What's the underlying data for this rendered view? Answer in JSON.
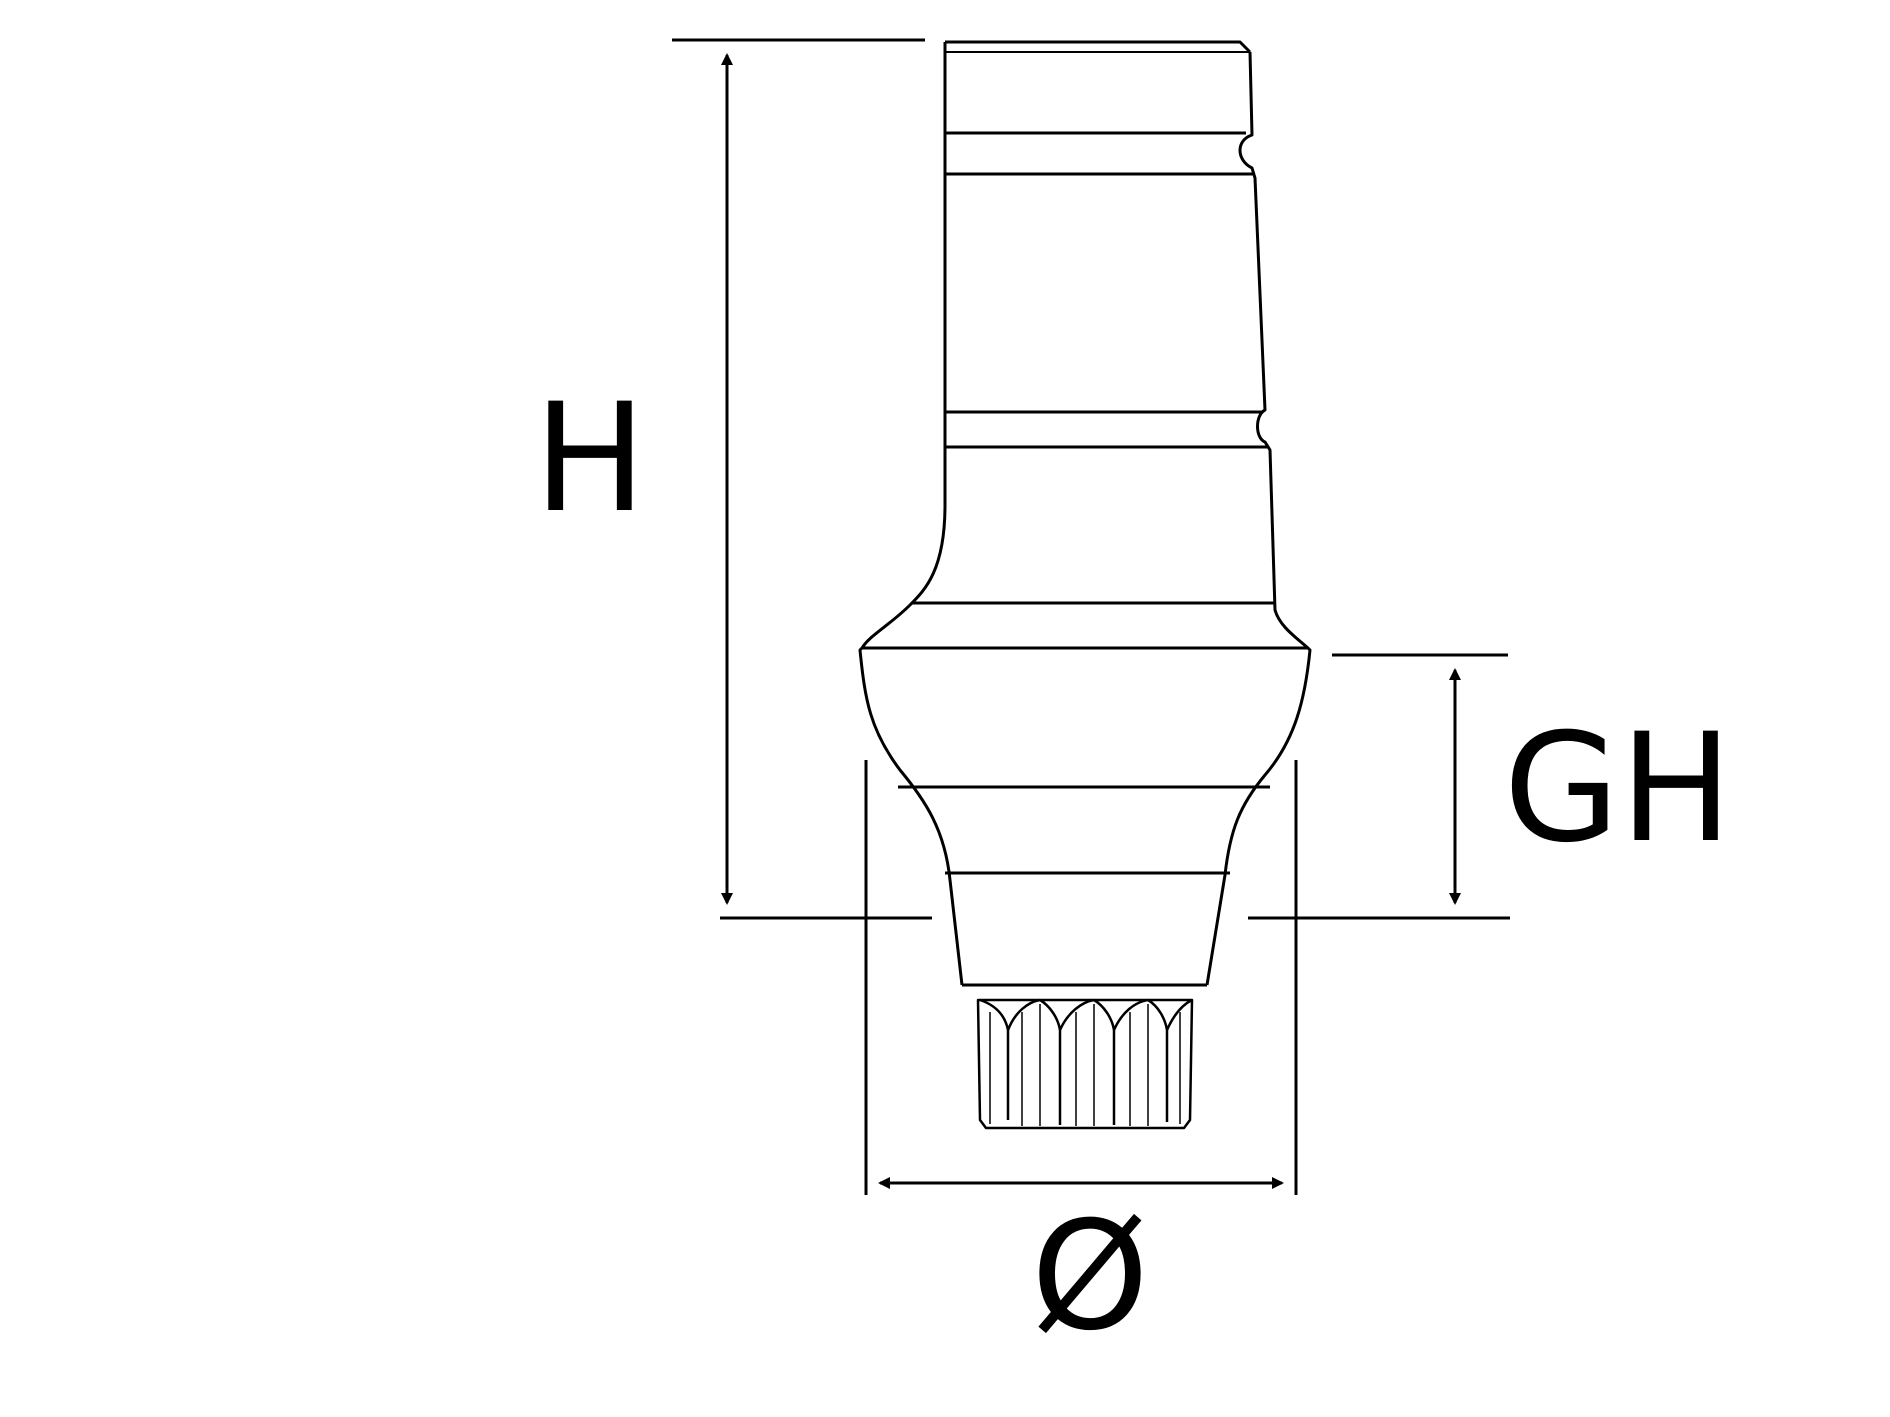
{
  "diagram": {
    "labels": {
      "height": "H",
      "gingival_height": "GH",
      "diameter": "Ø"
    },
    "colors": {
      "stroke": "#000000",
      "background": "#ffffff"
    }
  }
}
